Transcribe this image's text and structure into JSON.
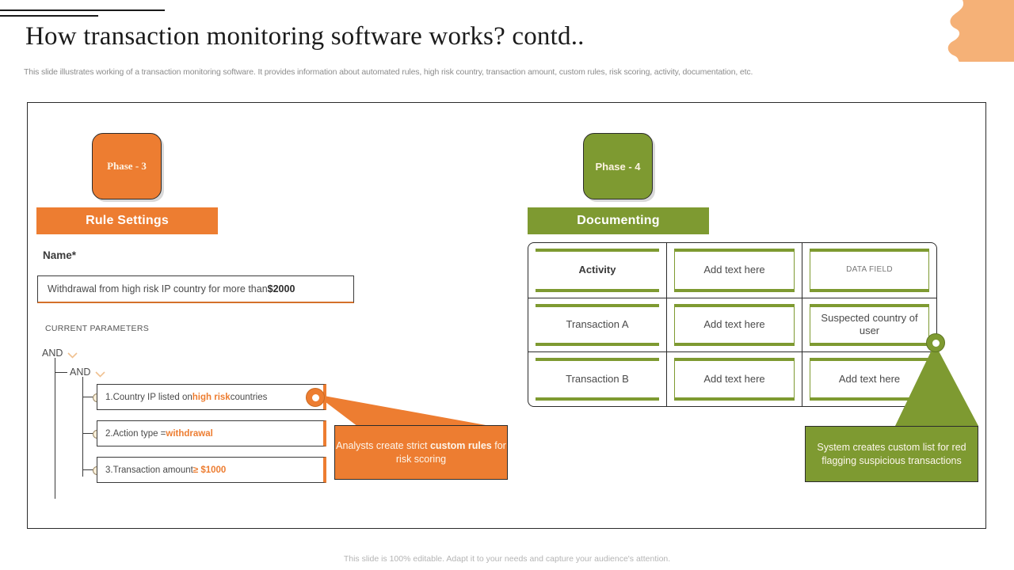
{
  "header": {
    "title": "How transaction monitoring software works? contd..",
    "subtitle": "This slide illustrates working of a transaction monitoring software. It provides information about automated rules, high risk country, transaction amount, custom rules, risk scoring, activity,  documentation, etc."
  },
  "colors": {
    "orange": "#ED7D31",
    "green": "#7E9A31",
    "blob": "#F5B177",
    "text_dark": "#3A3A3A",
    "text_muted": "#8D8D8D"
  },
  "left_panel": {
    "phase_chip": "Phase - 3",
    "section_title": "Rule Settings",
    "name_label": "Name*",
    "name_value_prefix": "Withdrawal from high risk IP  country for more than ",
    "name_value_bold": "$2000",
    "current_parameters_label": "CURRENT PARAMETERS",
    "and_outer": "AND",
    "and_inner": "AND",
    "parameters": [
      {
        "index": "1.",
        "pre": " Country IP listed on ",
        "hot": "high risk",
        "post": " countries"
      },
      {
        "index": "2.",
        "pre": " Action type = ",
        "hot": "withdrawal",
        "post": ""
      },
      {
        "index": "3.",
        "pre": " Transaction  amount ",
        "hot": "≥ $1000",
        "post": ""
      }
    ],
    "callout_pre": "Analysts create strict ",
    "callout_bold": "custom rules",
    "callout_post": " for risk scoring"
  },
  "right_panel": {
    "phase_chip": "Phase - 4",
    "section_title": "Documenting",
    "table": {
      "rows": [
        [
          "Activity",
          "Add text here",
          "DATA FIELD"
        ],
        [
          "Transaction A",
          "Add text here",
          "Suspected country of user"
        ],
        [
          "Transaction B",
          "Add text here",
          "Add text here"
        ]
      ]
    },
    "callout": "System creates custom list for red flagging suspicious transactions"
  },
  "footer": {
    "note": "This slide is 100% editable. Adapt it to your needs and capture your audience's attention."
  }
}
